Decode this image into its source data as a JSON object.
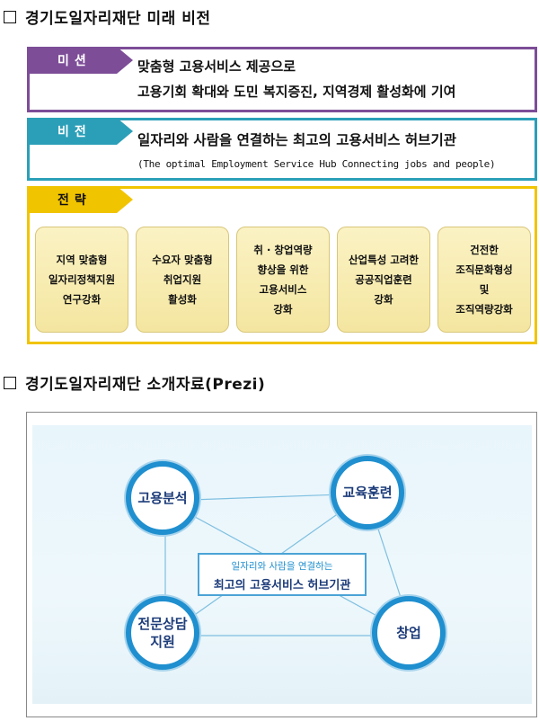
{
  "section1": {
    "title": "경기도일자리재단 미래 비전"
  },
  "mission": {
    "tag": "미션",
    "lines": [
      "맞춤형 고용서비스 제공으로",
      "고용기회 확대와 도민 복지증진, 지역경제 활성화에 기여"
    ],
    "color": "#7d4d98"
  },
  "vision": {
    "tag": "비전",
    "main": "일자리와 사람을 연결하는 최고의 고용서비스 허브기관",
    "sub": "(The optimal Employment Service Hub Connecting jobs and people)",
    "color": "#2b9fb8"
  },
  "strategy": {
    "tag": "전략",
    "color": "#f1c400",
    "items": [
      [
        "지역 맞춤형",
        "일자리정책지원",
        "연구강화"
      ],
      [
        "수요자 맞춤형",
        "취업지원",
        "활성화"
      ],
      [
        "취 · 창업역량",
        "향상을 위한",
        "고용서비스",
        "강화"
      ],
      [
        "산업특성 고려한",
        "공공직업훈련",
        "강화"
      ],
      [
        "건전한",
        "조직문화형성",
        "및",
        "조직역량강화"
      ]
    ]
  },
  "section2": {
    "title": "경기도일자리재단 소개자료(Prezi)"
  },
  "prezi": {
    "center_line1": "일자리와 사람을 연결하는",
    "center_line2": "최고의 고용서비스 허브기관",
    "nodes": {
      "analysis": [
        "고용분석"
      ],
      "training": [
        "교육훈련"
      ],
      "counsel": [
        "전문상담",
        "지원"
      ],
      "startup": [
        "창업"
      ]
    },
    "accent": "#1f8fcf"
  }
}
